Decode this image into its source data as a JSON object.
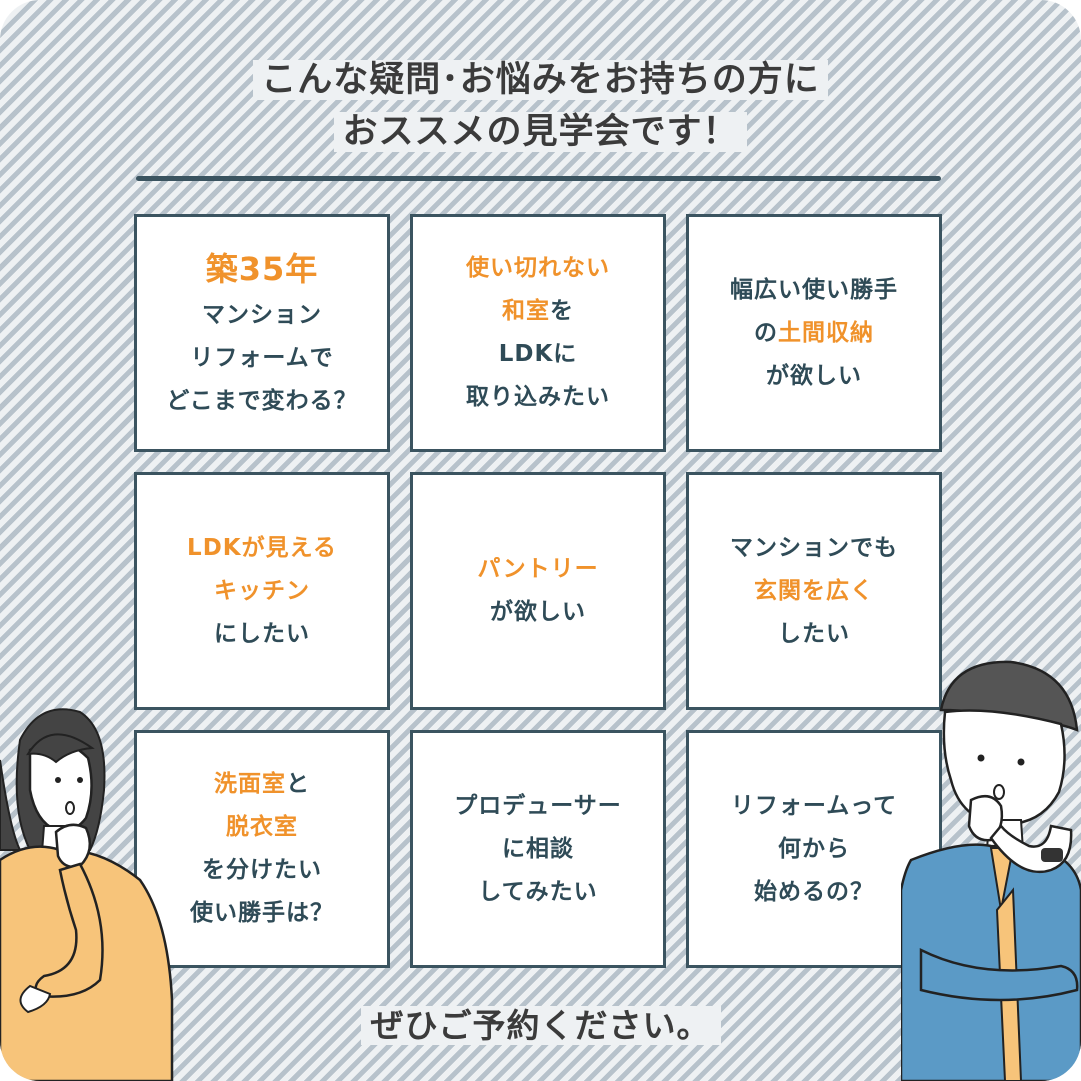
{
  "headline": {
    "line1": "こんな疑問･お悩みをお持ちの方に",
    "line2": "おススメの見学会です！"
  },
  "cards": [
    {
      "l1a": "",
      "l1b": "築35年",
      "l1c": "",
      "l2": "マンション",
      "l3": "リフォームで",
      "l4": "どこまで変わる？"
    },
    {
      "l1": "使い切れない",
      "l2a": "和室",
      "l2b": "を",
      "l3": "LDKに",
      "l4": "取り込みたい"
    },
    {
      "l1": "幅広い使い勝手",
      "l2a": "の",
      "l2b": "土間収納",
      "l3": "が欲しい"
    },
    {
      "l1": "LDKが見える",
      "l2": "キッチン",
      "l3": "にしたい"
    },
    {
      "l1": "パントリー",
      "l2": "が欲しい"
    },
    {
      "l1": "マンションでも",
      "l2": "玄関を広く",
      "l3": "したい"
    },
    {
      "l1a": "洗面室",
      "l1b": "と",
      "l2": "脱衣室",
      "l3": "を分けたい",
      "l4": "使い勝手は？"
    },
    {
      "l1": "プロデューサー",
      "l2": "に相談",
      "l3": "してみたい"
    },
    {
      "l1": "リフォームって",
      "l2": "何から",
      "l3": "始めるの？"
    }
  ],
  "footer": "ぜひご予約ください。",
  "colors": {
    "accent": "#f0922b",
    "text": "#2f4b57",
    "border": "#3b5460",
    "stripe": "#b7c2cb",
    "shirt_left": "#f7c47a",
    "shirt_right": "#5b9ac6"
  },
  "illustrations": [
    "thinking-woman-illustration",
    "thinking-man-illustration"
  ]
}
